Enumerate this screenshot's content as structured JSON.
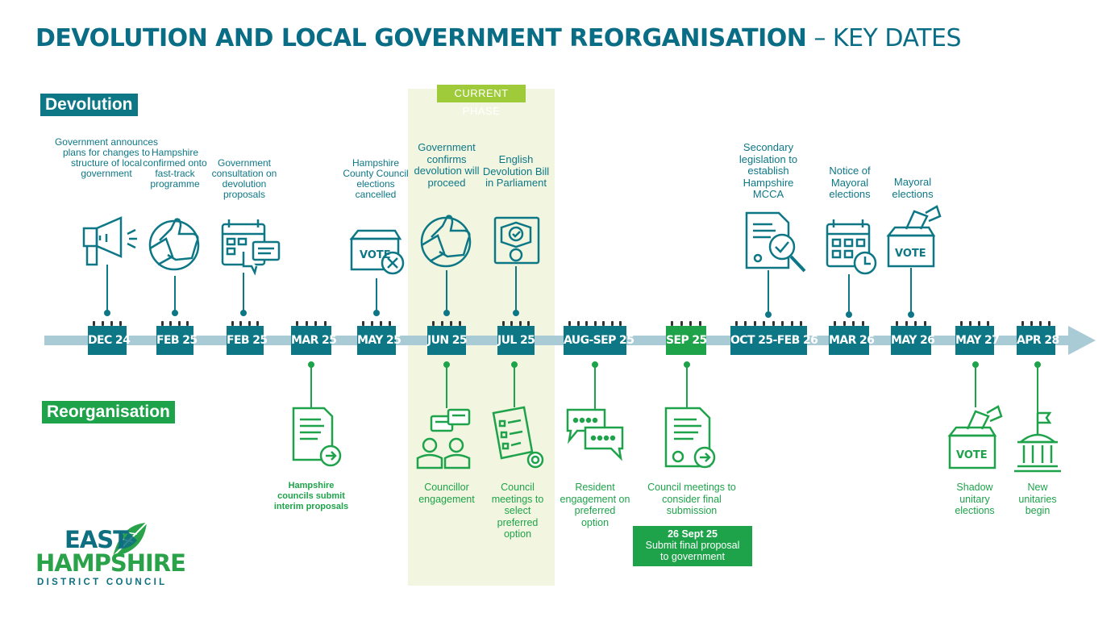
{
  "title": {
    "bold": "DEVOLUTION AND LOCAL GOVERNMENT REORGANISATION",
    "light": " – KEY DATES"
  },
  "current_phase": "CURRENT PHASE",
  "sections": {
    "devolution": "Devolution",
    "reorganisation": "Reorganisation"
  },
  "dates": [
    "DEC 24",
    "FEB 25",
    "FEB 25",
    "MAR 25",
    "MAY 25",
    "JUN 25",
    "JUL 25",
    "AUG-SEP 25",
    "SEP 25",
    "OCT 25-FEB 26",
    "MAR 26",
    "MAY 26",
    "MAY 27",
    "APR 28"
  ],
  "devolution_events": [
    "Government announces plans for changes to structure of local government",
    "Hampshire confirmed onto fast-track programme",
    "Government consultation on devolution proposals",
    "Hampshire County Council elections cancelled",
    "Government confirms devolution will proceed",
    "English Devolution Bill in Parliament",
    "Secondary legislation to establish Hampshire MCCA",
    "Notice of Mayoral elections",
    "Mayoral elections"
  ],
  "reorganisation_events": [
    "Hampshire councils submit interim proposals",
    "Councillor engagement",
    "Council meetings to select preferred option",
    "Resident engagement on preferred option",
    "Council meetings to consider final submission",
    "Shadow unitary elections",
    "New unitaries begin"
  ],
  "submission": {
    "date": "26 Sept 25",
    "line1": "Submit final proposal",
    "line2": "to government"
  },
  "vote_label": "VOTE",
  "logo": {
    "line1": "EAST",
    "line2": "HAMPSHIRE",
    "line3": "DISTRICT COUNCIL"
  },
  "colors": {
    "teal": "#0d7786",
    "green": "#1ea34a",
    "timeline": "#a9cbd6",
    "phase": "#9fcb3b"
  },
  "icons": [
    "megaphone-icon",
    "thumbs-up-icon",
    "calendar-chat-icon",
    "ballot-box-cross-icon",
    "certificate-icon",
    "document-search-icon",
    "calendar-clock-icon",
    "ballot-box-icon",
    "document-arrow-icon",
    "people-chat-icon",
    "checklist-icon",
    "chat-bubbles-icon",
    "building-flag-icon",
    "leaf-logo-icon"
  ]
}
